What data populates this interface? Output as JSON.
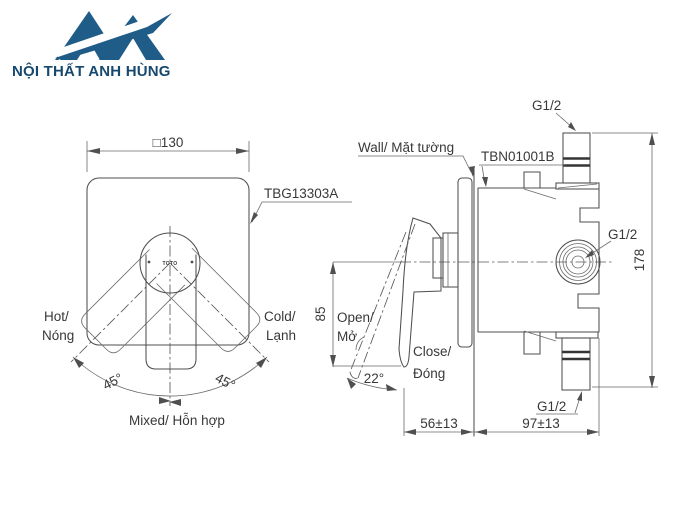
{
  "logo": {
    "company": "NỘI THẤT ANH HÙNG"
  },
  "colors": {
    "logo_blue": "#1f5c87",
    "logo_text": "#17496f",
    "line": "#4f4f4f",
    "text": "#383838"
  },
  "front": {
    "dim_width": "□130",
    "model": "TBG13303A",
    "brand": "TOTO",
    "hot1": "Hot/",
    "hot2": "Nóng",
    "cold1": "Cold/",
    "cold2": "Lạnh",
    "angle_left": "45°",
    "angle_right": "45°",
    "mixed": "Mixed/ Hỗn hợp"
  },
  "side": {
    "wall": "Wall/ Mặt tường",
    "model": "TBN01001B",
    "g12_top": "G1/2",
    "g12_back": "G1/2",
    "g12_bottom": "G1/2",
    "height": "178",
    "lever_height": "85",
    "open1": "Open/",
    "open2": "Mở",
    "close1": "Close/",
    "close2": "Đóng",
    "open_angle": "22°",
    "dim_handle_depth": "56±13",
    "dim_body_depth": "97±13"
  }
}
